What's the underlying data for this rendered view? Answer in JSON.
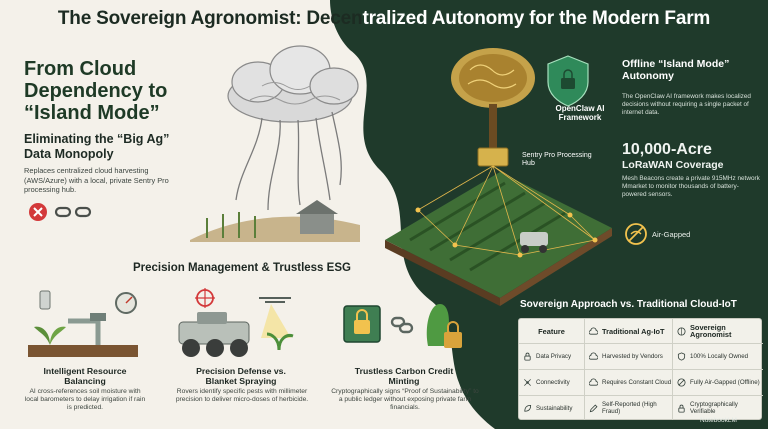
{
  "title": {
    "part1": "The Sovereign Agronomist: Decen",
    "part2": "tralized Autonomy for the Modern Farm"
  },
  "left": {
    "heading": "From Cloud Dependency to “Island Mode”",
    "sub_heading": "Eliminating the “Big Ag” Data Monopoly",
    "sub_text": "Replaces centralized cloud harvesting (AWS/Azure) with a local, private Sentry Pro processing hub."
  },
  "center": {
    "framework_label": "OpenClaw AI Framework",
    "hub_label": "Sentry Pro Processing Hub"
  },
  "right": {
    "offline_heading": "Offline “Island Mode” Autonomy",
    "offline_text": "The OpenClaw AI framework makes localized decisions without requiring a single packet of internet data.",
    "coverage_big": "10,000-Acre",
    "coverage_heading": "LoRaWAN Coverage",
    "coverage_text": "Mesh Beacons create a private 915MHz network Mmarket to monitor thousands of battery-powered sensors.",
    "air_gapped": "Air-Gapped"
  },
  "precision": {
    "heading": "Precision Management & Trustless ESG",
    "cards": [
      {
        "title": "Intelligent Resource Balancing",
        "text": "AI cross-references soil moisture with local barometers to delay irrigation if rain is predicted."
      },
      {
        "title": "Precision Defense vs. Blanket Spraying",
        "text": "Rovers identify specific pests with millimeter precision to deliver micro-doses of herbicide."
      },
      {
        "title": "Trustless Carbon Credit Minting",
        "text": "Cryptographically signs “Proof of Sustainability” to a public ledger without exposing private farm financials."
      }
    ]
  },
  "comparison": {
    "heading": "Sovereign Approach vs. Traditional Cloud-IoT",
    "headers": [
      "Feature",
      "Traditional Ag-IoT",
      "Sovereign Agronomist"
    ],
    "rows": [
      [
        "Data Privacy",
        "Harvested by Vendors",
        "100% Locally Owned"
      ],
      [
        "Connectivity",
        "Requires Constant Cloud",
        "Fully Air-Gapped (Offline)"
      ],
      [
        "Sustainability",
        "Self-Reported (High Fraud)",
        "Cryptographically Verifiable"
      ]
    ]
  },
  "footer": {
    "brand": "NotebookLM"
  },
  "colors": {
    "dark_green": "#1f3a2b",
    "light_bg": "#f4f1ea",
    "accent_green": "#2e7d4f",
    "red": "#d3393a",
    "gold": "#d9a33b"
  }
}
